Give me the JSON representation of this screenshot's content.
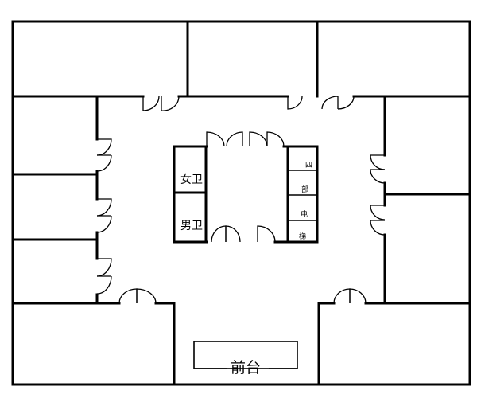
{
  "labels": {
    "women_restroom": "女卫",
    "men_restroom": "男卫",
    "elevator_chars": [
      "四",
      "部",
      "电",
      "梯"
    ],
    "reception": "前台"
  }
}
